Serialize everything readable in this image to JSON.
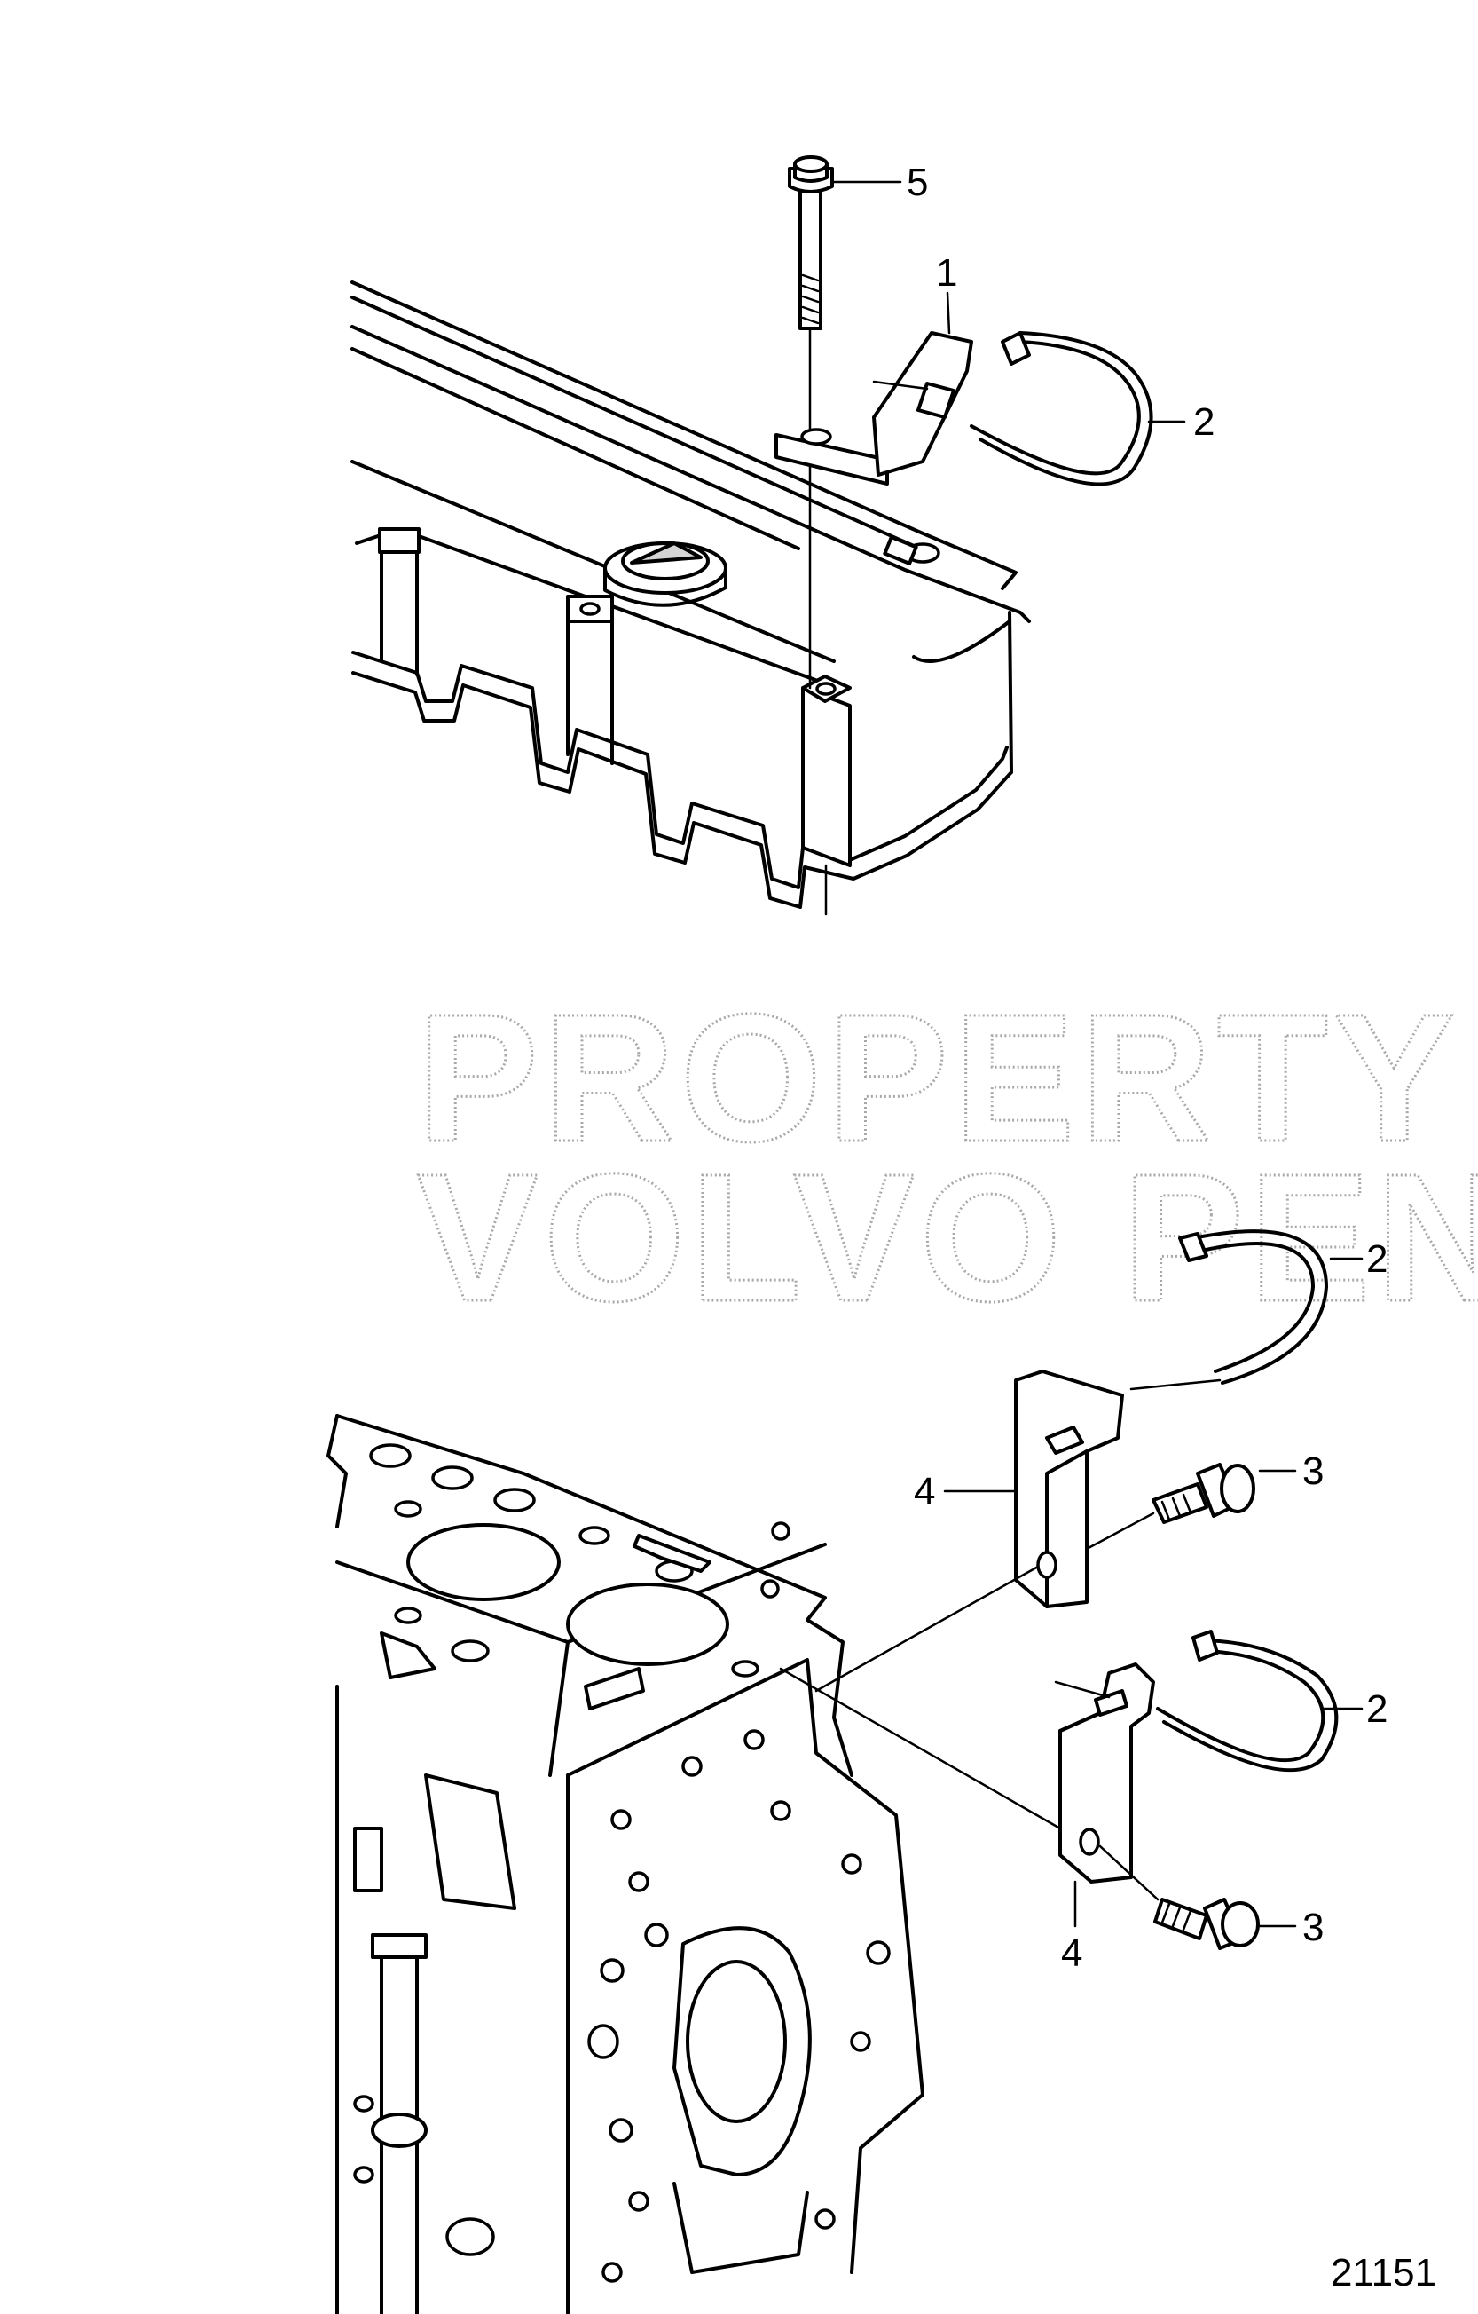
{
  "diagram": {
    "watermark": [
      "PROPERTY OF",
      "VOLVO PENTA"
    ],
    "figure_number": "21151",
    "callouts": [
      {
        "id": "c5-top",
        "text": "5"
      },
      {
        "id": "c1-top",
        "text": "1"
      },
      {
        "id": "c2-top",
        "text": "2"
      },
      {
        "id": "c2-mid",
        "text": "2"
      },
      {
        "id": "c3-mid",
        "text": "3"
      },
      {
        "id": "c4-mid",
        "text": "4"
      },
      {
        "id": "c2-low",
        "text": "2"
      },
      {
        "id": "c3-low",
        "text": "3"
      },
      {
        "id": "c4-low",
        "text": "4"
      }
    ]
  }
}
